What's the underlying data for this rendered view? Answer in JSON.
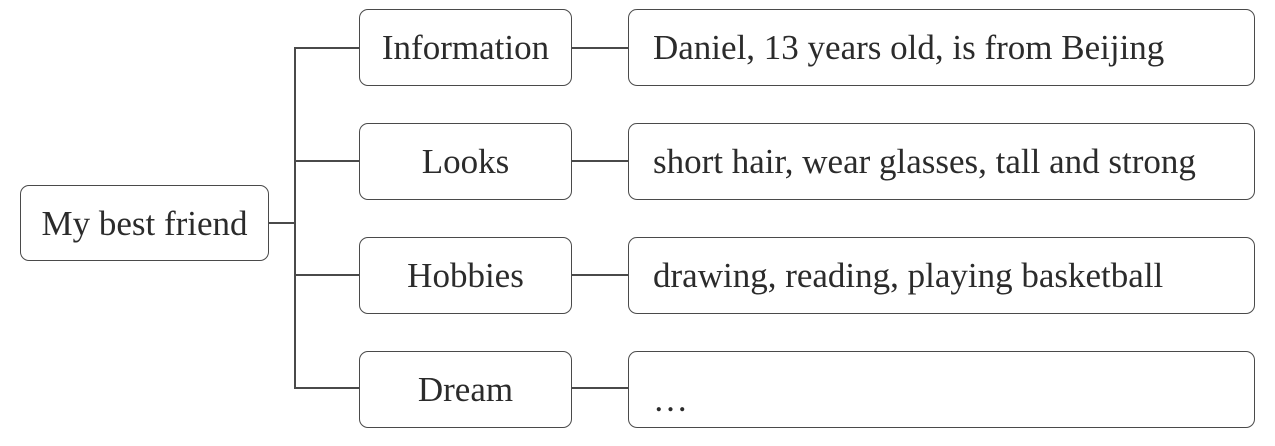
{
  "root": {
    "label": "My best friend"
  },
  "branches": [
    {
      "category": "Information",
      "detail": "Daniel, 13 years old, is from Beijing"
    },
    {
      "category": "Looks",
      "detail": "short hair, wear glasses, tall and strong"
    },
    {
      "category": "Hobbies",
      "detail": "drawing, reading, playing basketball"
    },
    {
      "category": "Dream",
      "detail": "…"
    }
  ]
}
